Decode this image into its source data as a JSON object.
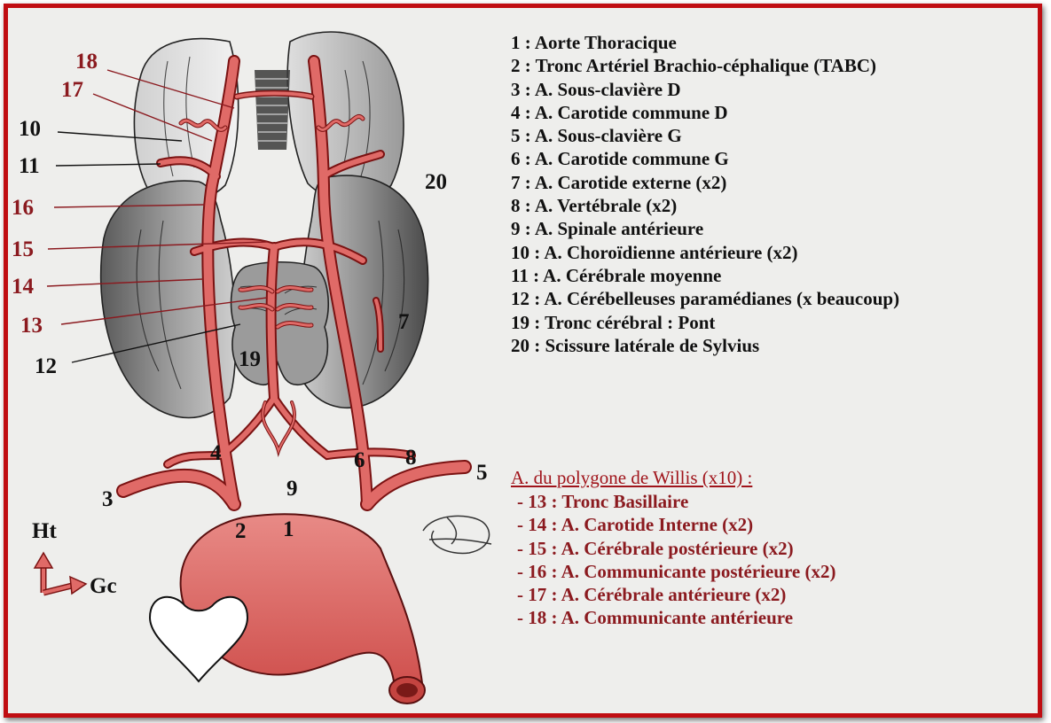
{
  "diagram": {
    "labels": [
      "1",
      "2",
      "3",
      "4",
      "5",
      "6",
      "7",
      "8",
      "9",
      "10",
      "11",
      "12",
      "13",
      "14",
      "15",
      "16",
      "17",
      "18",
      "19",
      "20"
    ],
    "orientation": {
      "up": "Ht",
      "side": "Gc"
    }
  },
  "legend": {
    "items": [
      "1 : Aorte Thoracique",
      "2 : Tronc Artériel Brachio-céphalique (TABC)",
      "3 : A. Sous-clavière D",
      "4 : A. Carotide commune D",
      "5 : A. Sous-clavière G",
      "6 : A. Carotide commune G",
      "7 : A. Carotide externe (x2)",
      "8 : A. Vertébrale (x2)",
      "9 : A. Spinale antérieure",
      "10 : A. Choroïdienne antérieure (x2)",
      "11 : A. Cérébrale moyenne",
      "12 : A. Cérébelleuses paramédianes (x beaucoup)",
      "19 : Tronc cérébral : Pont",
      "20 : Scissure latérale de Sylvius"
    ]
  },
  "willis": {
    "title": "A. du polygone de Willis (x10) :",
    "items": [
      "- 13 : Tronc Basillaire",
      "- 14 : A. Carotide Interne (x2)",
      "- 15 : A. Cérébrale postérieure (x2)",
      "- 16 : A. Communicante postérieure (x2)",
      "- 17 : A. Cérébrale antérieure (x2)",
      "- 18 : A. Communicante antérieure"
    ]
  },
  "colors": {
    "frame": "#c00d12",
    "background": "#eeeeec",
    "artery": "#e06a67",
    "artery_outline": "#7a1212",
    "willis_text": "#8b1a1f",
    "brain_lobe": "#a3a3a3"
  }
}
